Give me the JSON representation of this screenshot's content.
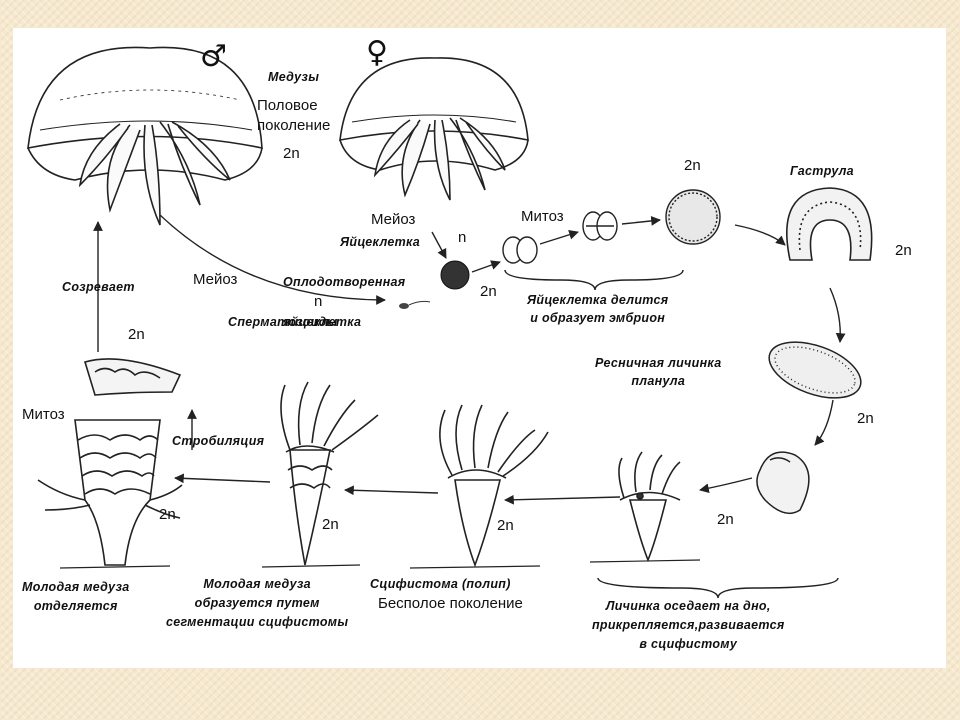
{
  "symbols": {
    "male": "♂",
    "female": "♀"
  },
  "labels": {
    "medusae": "Медузы",
    "sexual_generation": "Половое\nпоколение",
    "ploidy_2n": "2n",
    "ploidy_n": "n",
    "meiosis": "Мейоз",
    "mitosis": "Митоз",
    "egg_cell": "Яйцеклетка",
    "fertilized_egg": "Оплодотворенная\nяйцеклетка",
    "sperm": "Сперматозоиды",
    "egg_divides": "Яйцеклетка делится\nи образует эмбрион",
    "gastrula": "Гаструла",
    "planula": "Ресничная личинка\nпланула",
    "larva_settles": "Личинка оседает на дно,\nприкрепляется,развивается\nв сцифистому",
    "scyphistoma": "Сцифистома (полип)",
    "asexual_generation": "Бесполое поколение",
    "young_medusa_forms": "Молодая медуза\nобразуется путем\nсегментации сцифистомы",
    "strobilation": "Стробиляция",
    "young_medusa_separates": "Молодая медуза\nотделяется",
    "matures": "Созревает"
  }
}
